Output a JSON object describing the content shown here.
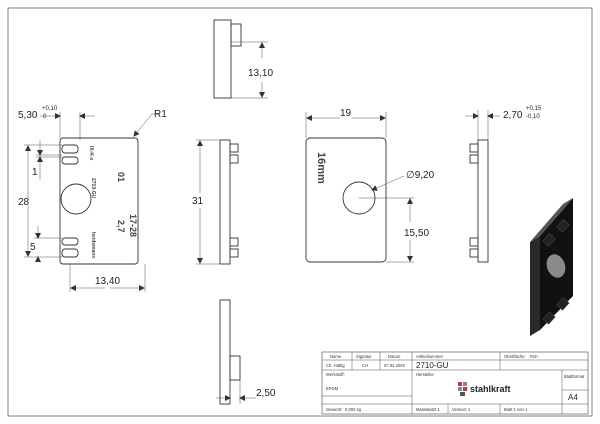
{
  "dimensions": {
    "left_width": "5,30",
    "left_width_tol_upper": "+0,10",
    "left_width_tol_lower": "0",
    "radius": "R1",
    "slot_pitch": "1",
    "slot_height": "5",
    "height_28": "28",
    "width_13_40": "13,40",
    "top_length": "13,10",
    "side_height": "31",
    "front_width": "19",
    "hole_diameter": "∅9,20",
    "hole_center": "15,50",
    "thickness": "2,70",
    "thickness_tol_upper": "+0,15",
    "thickness_tol_lower": "-0,10",
    "bottom_length": "2,50"
  },
  "engravings": {
    "back_code": "2710-GU",
    "back_small": "IX-K-x",
    "back_brand": "heidemann",
    "back_ver": "01",
    "back_spec": "2,7",
    "back_range": "17-28",
    "front_label": "16mm"
  },
  "title_block": {
    "headers": {
      "name": "Name",
      "signature": "Signatur",
      "date": "Datum",
      "article_no": "Artikelnummer",
      "surface": "Oberfläche:",
      "material": "Werkstoff:",
      "manufacturer": "Hersteller",
      "weight": "Gewicht:",
      "scale": "Massstab:",
      "version": "Version:",
      "sheet": "Blatt 1 von 1",
      "sheet_format": "Blattformat"
    },
    "values": {
      "name": "Ch. Hättig",
      "signature": "CH",
      "date": "07.04.2020",
      "article_no": "2710-GU",
      "surface": "Roh",
      "material": "EPDM",
      "weight": "0,002 kg",
      "scale": "2:1",
      "version": "1",
      "sheet_format": "A4",
      "brand": "stahlkraft"
    }
  }
}
